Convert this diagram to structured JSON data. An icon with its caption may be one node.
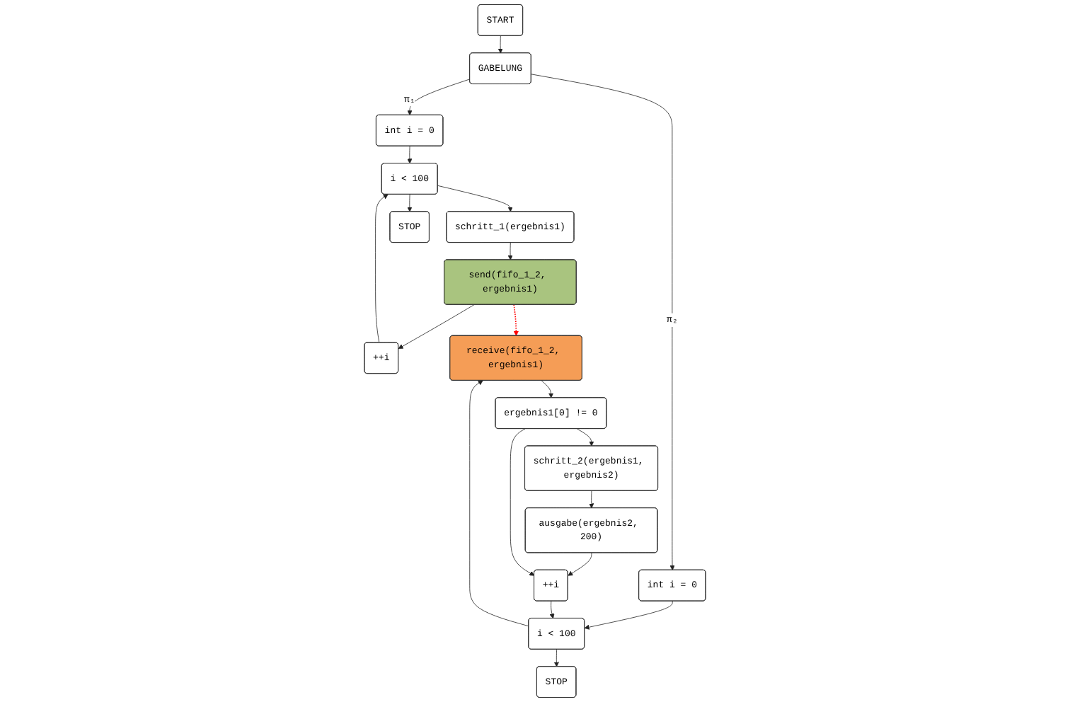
{
  "diagram": {
    "nodes": [
      {
        "text": [
          "START"
        ]
      },
      {
        "text": [
          "GABELUNG"
        ]
      },
      {
        "text": [
          "int i = 0"
        ]
      },
      {
        "text": [
          "i < 100"
        ]
      },
      {
        "text": [
          "schritt_1(ergebnis1)"
        ]
      },
      {
        "text": [
          "send(fifo_1_2, ergebnis1)"
        ]
      },
      {
        "text": [
          "++i"
        ]
      },
      {
        "text": [
          "STOP"
        ]
      },
      {
        "text": [
          "int i = 0"
        ]
      },
      {
        "text": [
          "i < 100"
        ]
      },
      {
        "text": [
          "receive(fifo_1_2, ergebnis1)"
        ]
      },
      {
        "text": [
          "ergebnis1[0] != 0"
        ]
      },
      {
        "text": [
          "schritt_2(ergebnis1, ergebnis2)"
        ]
      },
      {
        "text": [
          "ausgabe(ergebnis2, 200)"
        ]
      },
      {
        "text": [
          "++i"
        ]
      },
      {
        "text": [
          "STOP"
        ]
      }
    ],
    "edges": [
      {
        "from": 0,
        "to": 1,
        "arrow": "to"
      },
      {
        "from": 1,
        "to": 2,
        "arrow": "to",
        "label": "π₁"
      },
      {
        "from": 1,
        "to": 8,
        "arrow": "to",
        "label": "π₂"
      },
      {
        "from": 2,
        "to": 3,
        "arrow": "to"
      },
      {
        "from": 3,
        "to": 4,
        "arrow": "to"
      },
      {
        "from": 4,
        "to": 5,
        "arrow": "to"
      },
      {
        "from": 5,
        "to": 6,
        "arrow": "to"
      },
      {
        "from": 6,
        "to": 3,
        "arrow": "to"
      },
      {
        "from": 3,
        "to": 7,
        "arrow": "to"
      },
      {
        "from": 5,
        "to": 10,
        "arrow": "to",
        "style": "dashed",
        "color": "#ff0000"
      },
      {
        "from": 8,
        "to": 9,
        "arrow": "to"
      },
      {
        "from": 9,
        "to": 10,
        "arrow": "to"
      },
      {
        "from": 10,
        "to": 11,
        "arrow": "to"
      },
      {
        "from": 11,
        "to": 12,
        "arrow": "to"
      },
      {
        "from": 12,
        "to": 13,
        "arrow": "to"
      },
      {
        "from": 13,
        "to": 14,
        "arrow": "to"
      },
      {
        "from": 11,
        "to": 14,
        "arrow": "to"
      },
      {
        "from": 14,
        "to": 9,
        "arrow": "to"
      },
      {
        "from": 9,
        "to": 15,
        "arrow": "to"
      }
    ]
  }
}
